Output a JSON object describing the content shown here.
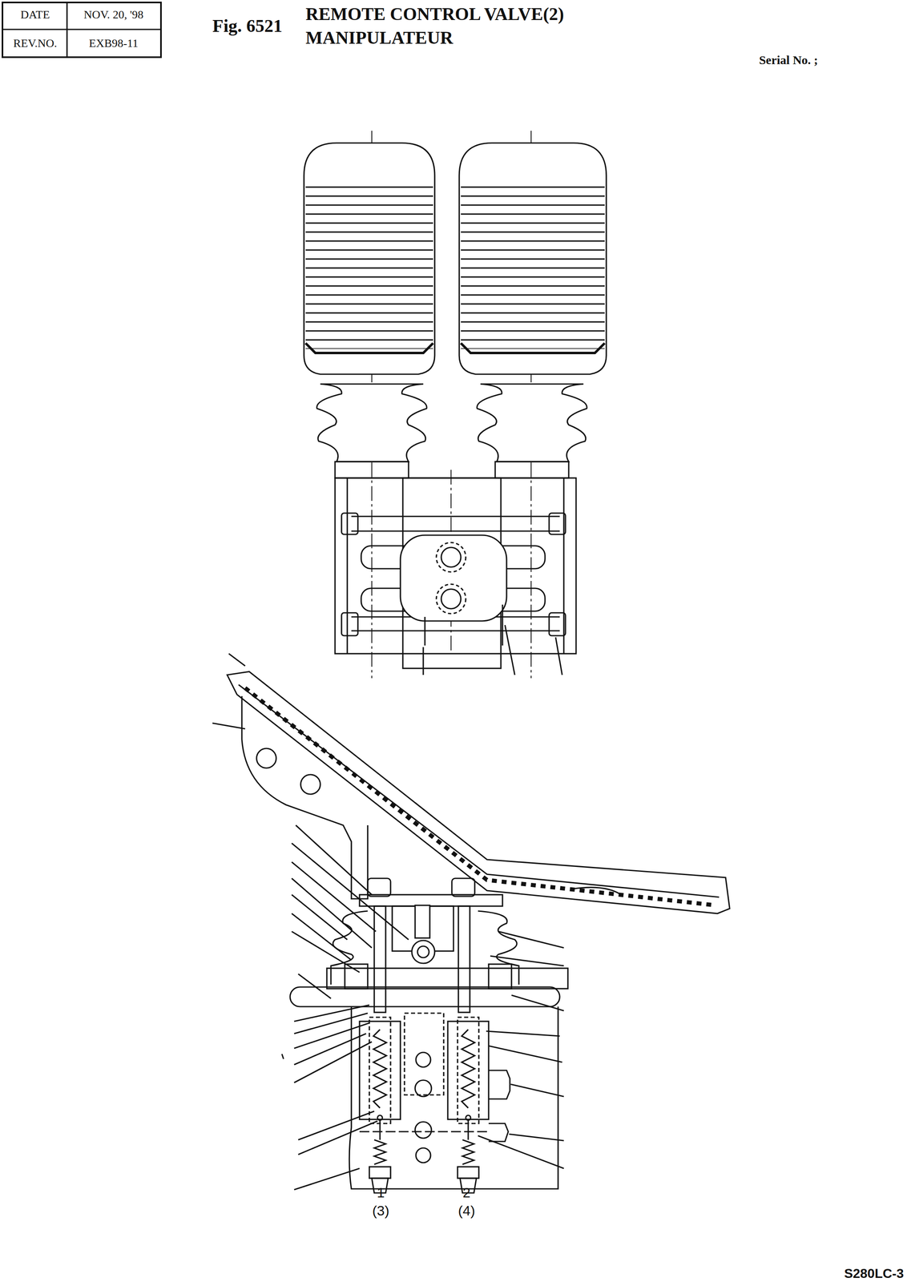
{
  "diagram": {
    "title": "REMOTE CONTROL VALVE(2) MANIPULATEUR",
    "labels": [
      "DATE",
      "NOV. 20, '98",
      "REV.NO.",
      "EXB98-11",
      "Fig. 6521",
      "Serial No. ;",
      "1",
      "(3)",
      "2",
      "(4)",
      "S280LC-3"
    ]
  }
}
